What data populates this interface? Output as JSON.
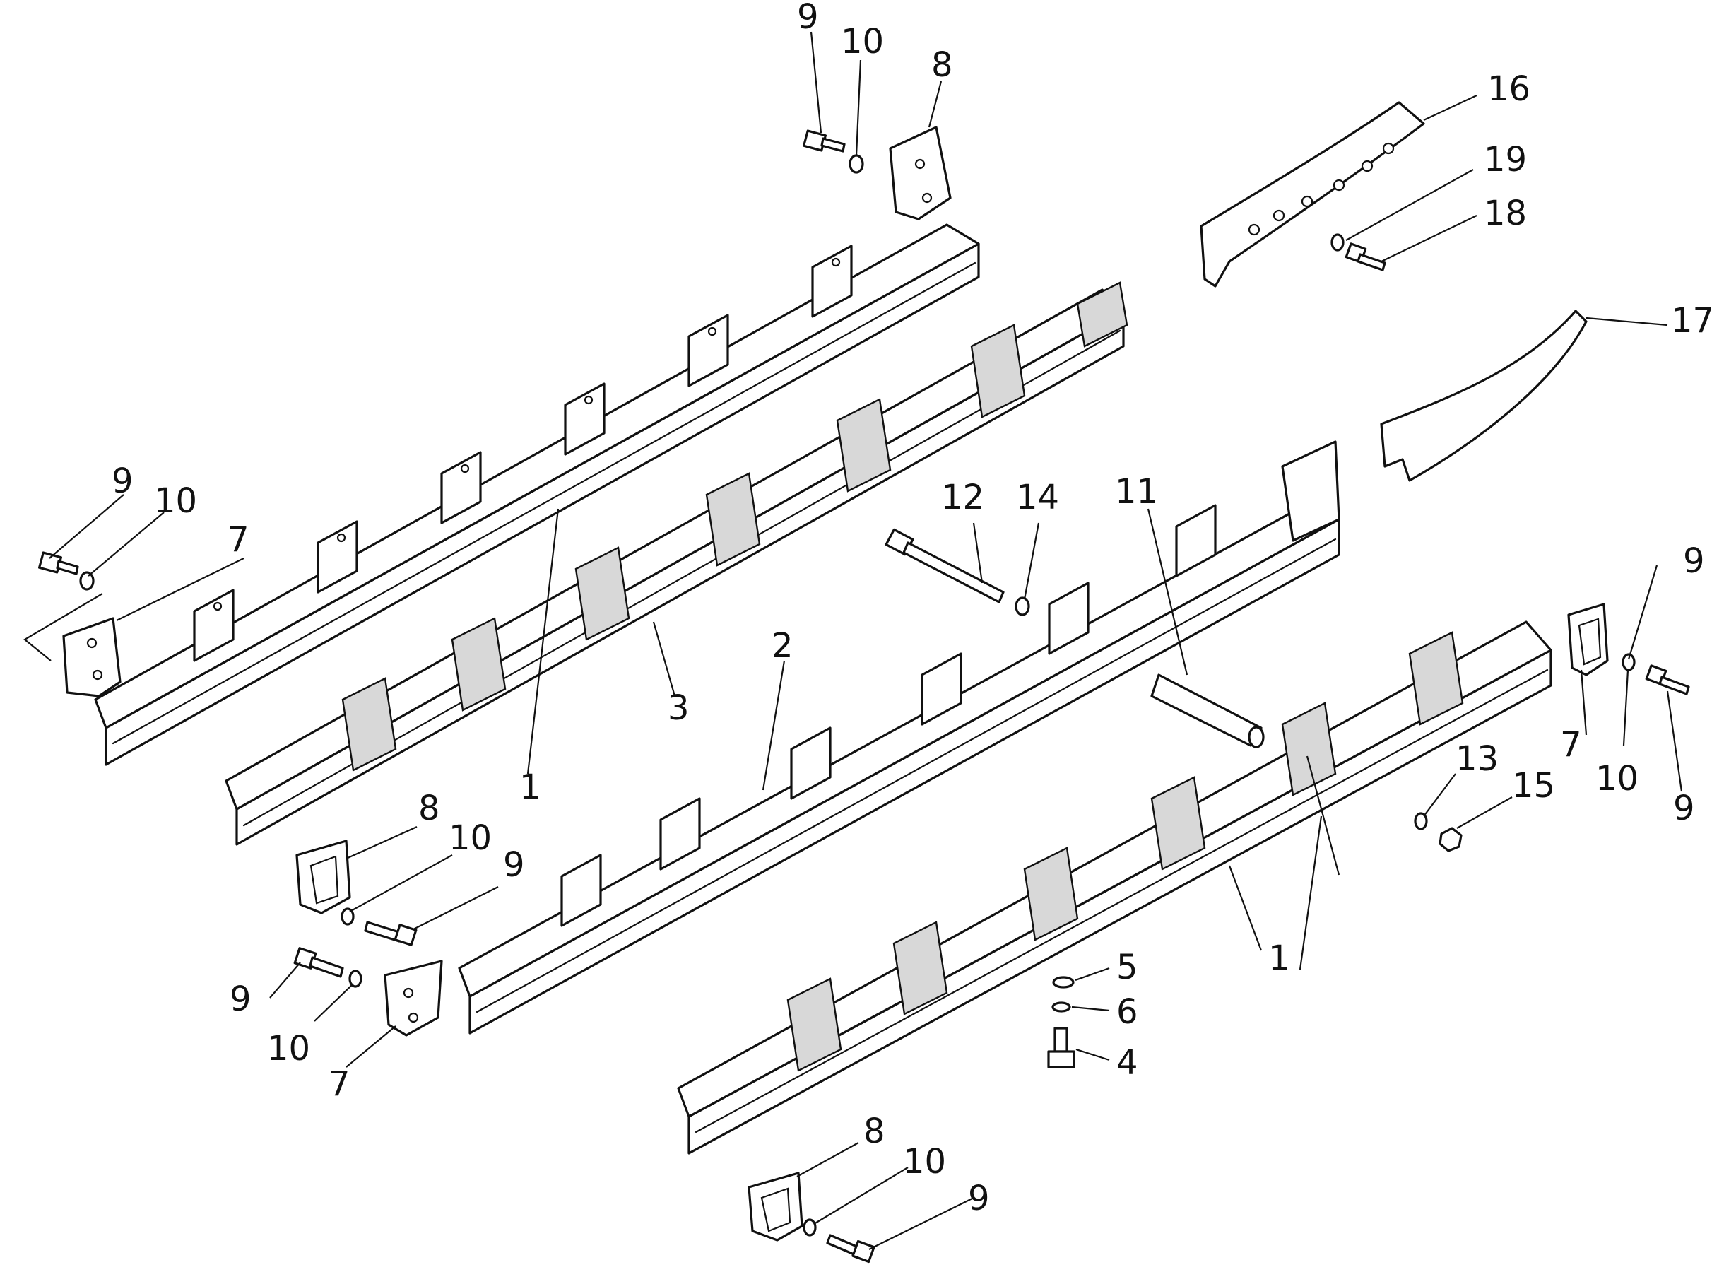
{
  "callouts": [
    {
      "id": "c9a",
      "label": "9"
    },
    {
      "id": "c10a",
      "label": "10"
    },
    {
      "id": "c8a",
      "label": "8"
    },
    {
      "id": "c16",
      "label": "16"
    },
    {
      "id": "c19",
      "label": "19"
    },
    {
      "id": "c18",
      "label": "18"
    },
    {
      "id": "c17",
      "label": "17"
    },
    {
      "id": "c9b",
      "label": "9"
    },
    {
      "id": "c10b",
      "label": "10"
    },
    {
      "id": "c7a",
      "label": "7"
    },
    {
      "id": "c12",
      "label": "12"
    },
    {
      "id": "c14",
      "label": "14"
    },
    {
      "id": "c11",
      "label": "11"
    },
    {
      "id": "c9c",
      "label": "9"
    },
    {
      "id": "c2",
      "label": "2"
    },
    {
      "id": "c3",
      "label": "3"
    },
    {
      "id": "c1a",
      "label": "1"
    },
    {
      "id": "c13",
      "label": "13"
    },
    {
      "id": "c15",
      "label": "15"
    },
    {
      "id": "c7b",
      "label": "7"
    },
    {
      "id": "c10c",
      "label": "10"
    },
    {
      "id": "c9d",
      "label": "9"
    },
    {
      "id": "c8b",
      "label": "8"
    },
    {
      "id": "c10d",
      "label": "10"
    },
    {
      "id": "c9e",
      "label": "9"
    },
    {
      "id": "c1b",
      "label": "1"
    },
    {
      "id": "c5",
      "label": "5"
    },
    {
      "id": "c6",
      "label": "6"
    },
    {
      "id": "c4",
      "label": "4"
    },
    {
      "id": "c9f",
      "label": "9"
    },
    {
      "id": "c10e",
      "label": "10"
    },
    {
      "id": "c7c",
      "label": "7"
    },
    {
      "id": "c8c",
      "label": "8"
    },
    {
      "id": "c10f",
      "label": "10"
    },
    {
      "id": "c9g",
      "label": "9"
    }
  ]
}
